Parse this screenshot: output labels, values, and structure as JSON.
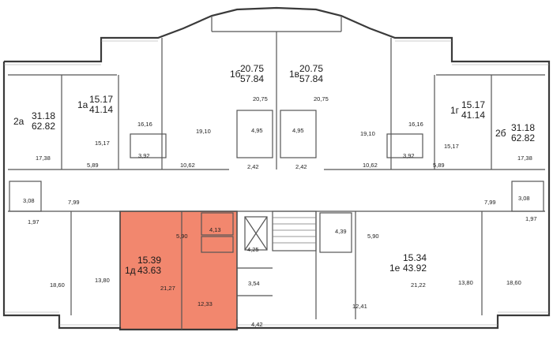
{
  "colors": {
    "wall": "#3a3a3a",
    "thin": "#888888",
    "highlight": "#f2876e",
    "text": "#1a1a1a"
  },
  "apartments": [
    {
      "id": "2a",
      "code": "2а",
      "living": "31.18",
      "total": "62.82",
      "highlighted": false
    },
    {
      "id": "1a",
      "code": "1а",
      "living": "15.17",
      "total": "41.14",
      "highlighted": false
    },
    {
      "id": "1b",
      "code": "1б",
      "living": "20.75",
      "total": "57.84",
      "highlighted": false
    },
    {
      "id": "1v",
      "code": "1в",
      "living": "20.75",
      "total": "57.84",
      "highlighted": false
    },
    {
      "id": "1g",
      "code": "1г",
      "living": "15.17",
      "total": "41.14",
      "highlighted": false
    },
    {
      "id": "2b",
      "code": "2б",
      "living": "31.18",
      "total": "62.82",
      "highlighted": false
    },
    {
      "id": "1d",
      "code": "1д",
      "living": "15.39",
      "total": "43.63",
      "highlighted": true
    },
    {
      "id": "1e",
      "code": "1е",
      "living": "15.34",
      "total": "43.92",
      "highlighted": false
    }
  ],
  "rooms": [
    {
      "id": "r1",
      "value": "20,75"
    },
    {
      "id": "r2",
      "value": "20,75"
    },
    {
      "id": "r3",
      "value": "16,16"
    },
    {
      "id": "r4",
      "value": "16,16"
    },
    {
      "id": "r5",
      "value": "15,17"
    },
    {
      "id": "r6",
      "value": "15,17"
    },
    {
      "id": "r7",
      "value": "19,10"
    },
    {
      "id": "r8",
      "value": "19,10"
    },
    {
      "id": "r9",
      "value": "4,95"
    },
    {
      "id": "r10",
      "value": "4,95"
    },
    {
      "id": "r11",
      "value": "17,38"
    },
    {
      "id": "r12",
      "value": "17,38"
    },
    {
      "id": "r13",
      "value": "3,92"
    },
    {
      "id": "r14",
      "value": "3,92"
    },
    {
      "id": "r15",
      "value": "5,89"
    },
    {
      "id": "r16",
      "value": "5,89"
    },
    {
      "id": "r17",
      "value": "10,62"
    },
    {
      "id": "r18",
      "value": "10,62"
    },
    {
      "id": "r19",
      "value": "2,42"
    },
    {
      "id": "r20",
      "value": "2,42"
    },
    {
      "id": "r21",
      "value": "3,08"
    },
    {
      "id": "r22",
      "value": "3,08"
    },
    {
      "id": "r23",
      "value": "7,99"
    },
    {
      "id": "r24",
      "value": "7,99"
    },
    {
      "id": "r25",
      "value": "1,97"
    },
    {
      "id": "r26",
      "value": "1,97"
    },
    {
      "id": "r27",
      "value": "4,13"
    },
    {
      "id": "r28",
      "value": "4,39"
    },
    {
      "id": "r29",
      "value": "5,90"
    },
    {
      "id": "r30",
      "value": "5,90"
    },
    {
      "id": "r31",
      "value": "4,25"
    },
    {
      "id": "r32",
      "value": "18,60"
    },
    {
      "id": "r33",
      "value": "18,60"
    },
    {
      "id": "r34",
      "value": "13,80"
    },
    {
      "id": "r35",
      "value": "13,80"
    },
    {
      "id": "r36",
      "value": "21,27"
    },
    {
      "id": "r37",
      "value": "21,22"
    },
    {
      "id": "r38",
      "value": "3,54"
    },
    {
      "id": "r39",
      "value": "12,33"
    },
    {
      "id": "r40",
      "value": "12,41"
    },
    {
      "id": "r41",
      "value": "4,42"
    }
  ]
}
